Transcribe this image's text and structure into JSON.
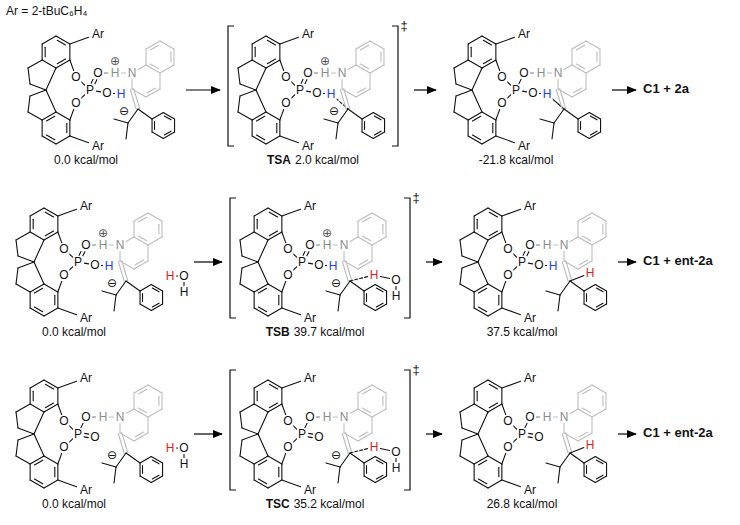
{
  "diagram": {
    "nodes": [
      {
        "text": [
          "Ar",
          "Ar",
          "O",
          "O",
          "P",
          "O",
          "O",
          "H",
          "H",
          "⊕",
          "N",
          "⊖",
          "0.0 kcal/mol"
        ]
      },
      {
        "text": [
          "Ar",
          "Ar",
          "O",
          "O",
          "P",
          "O",
          "O",
          "H",
          "H",
          "⊕",
          "N",
          "⊖",
          "TSA",
          "2.0 kcal/mol",
          "‡"
        ]
      },
      {
        "text": [
          "Ar",
          "Ar",
          "O",
          "O",
          "P",
          "O",
          "O",
          "H",
          "N",
          "H",
          "-21.8 kcal/mol"
        ]
      },
      {
        "text": [
          "C1 + 2a"
        ]
      },
      {
        "text": [
          "Ar",
          "Ar",
          "O",
          "O",
          "P",
          "O",
          "O",
          "H",
          "H",
          "⊕",
          "N",
          "⊖",
          "H",
          "O",
          "H",
          "0.0 kcal/mol"
        ]
      },
      {
        "text": [
          "Ar",
          "Ar",
          "O",
          "O",
          "P",
          "O",
          "O",
          "H",
          "H",
          "⊕",
          "N",
          "⊖",
          "H",
          "O",
          "H",
          "TSB",
          "39.7 kcal/mol",
          "‡"
        ]
      },
      {
        "text": [
          "Ar",
          "Ar",
          "O",
          "O",
          "P",
          "O",
          "O",
          "H",
          "H",
          "N",
          "H",
          "37.5 kcal/mol"
        ]
      },
      {
        "text": [
          "C1 + ent-2a"
        ]
      },
      {
        "text": [
          "Ar",
          "Ar",
          "O",
          "O",
          "P",
          "O",
          "O",
          "H",
          "N",
          "⊖",
          "H",
          "O",
          "H",
          "0.0 kcal/mol"
        ]
      },
      {
        "text": [
          "Ar",
          "Ar",
          "O",
          "O",
          "P",
          "O",
          "O",
          "H",
          "N",
          "⊖",
          "H",
          "O",
          "H",
          "TSC",
          "35.2 kcal/mol",
          "‡"
        ]
      },
      {
        "text": [
          "Ar",
          "Ar",
          "O",
          "O",
          "P",
          "O",
          "O",
          "H",
          "N",
          "H",
          "26.8 kcal/mol"
        ]
      },
      {
        "text": [
          "C1 + ent-2a"
        ]
      }
    ],
    "edges": [
      {
        "from": 0,
        "to": 1,
        "arrow": "to"
      },
      {
        "from": 1,
        "to": 2,
        "arrow": "to"
      },
      {
        "from": 2,
        "to": 3,
        "arrow": "to"
      },
      {
        "from": 4,
        "to": 5,
        "arrow": "to"
      },
      {
        "from": 5,
        "to": 6,
        "arrow": "to"
      },
      {
        "from": 6,
        "to": 7,
        "arrow": "to"
      },
      {
        "from": 8,
        "to": 9,
        "arrow": "to"
      },
      {
        "from": 9,
        "to": 10,
        "arrow": "to"
      },
      {
        "from": 10,
        "to": 11,
        "arrow": "to"
      }
    ],
    "labels": [
      "Ar = 2-tBuC₆H₄"
    ]
  }
}
